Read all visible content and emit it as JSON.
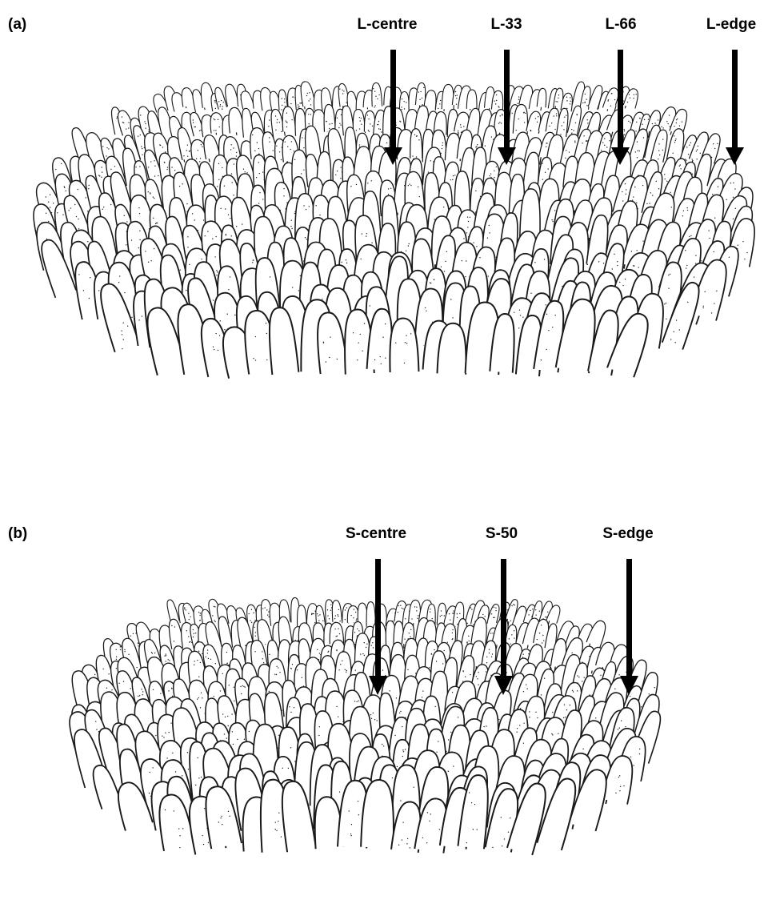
{
  "panel_a": {
    "label": "(a)",
    "arrows": [
      {
        "label": "L-centre"
      },
      {
        "label": "L-33"
      },
      {
        "label": "L-66"
      },
      {
        "label": "L-edge"
      }
    ]
  },
  "panel_b": {
    "label": "(b)",
    "arrows": [
      {
        "label": "S-centre"
      },
      {
        "label": "S-50"
      },
      {
        "label": "S-edge"
      }
    ]
  },
  "colors": {
    "ink": "#1a1a1a",
    "arrow": "#000000",
    "background": "#ffffff"
  }
}
